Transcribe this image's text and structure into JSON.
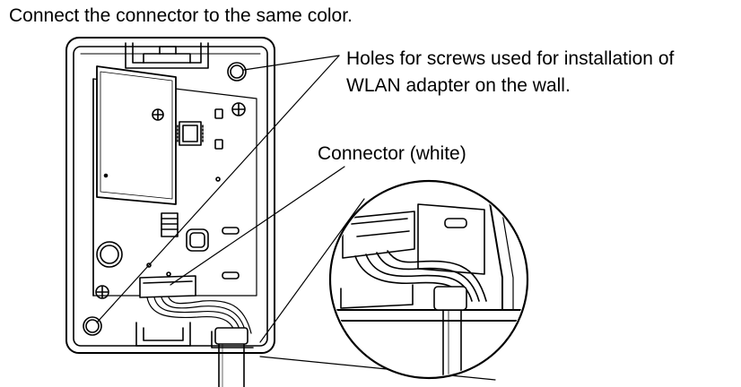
{
  "instruction": "Connect the connector to the same color.",
  "callouts": {
    "holes": {
      "line1": "Holes for screws used for installation of",
      "line2": "WLAN adapter on the wall."
    },
    "connector": "Connector (white)"
  },
  "colors": {
    "line": "#000000",
    "housing_fill": "#ffffff",
    "wire_fill": "#d9d9d9"
  }
}
